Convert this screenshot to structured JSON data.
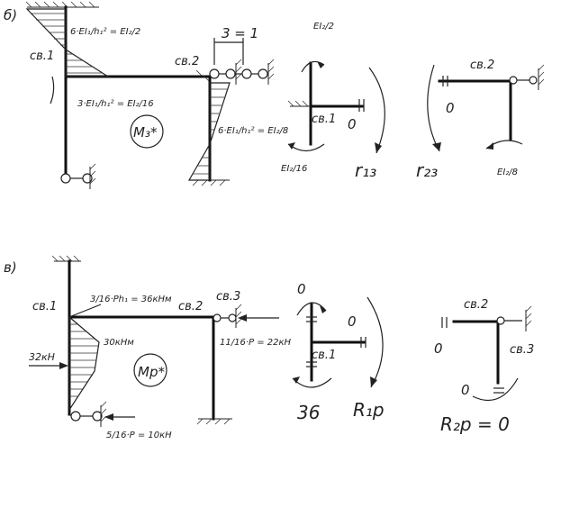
{
  "part_b": {
    "label": "б)",
    "node1": "св.1",
    "node2": "св.2",
    "moment_top": "6·EI₁/h₁² = EI₂/2",
    "moment_mid": "3·EI₁/h₁² = EI₂/16",
    "moment_right": "6·EI₁/h₁² = EI₂/8",
    "unit_disp": "3 = 1",
    "diagram_name": "M₃*",
    "j1_top": "EI₂/2",
    "j1_bottom": "EI₂/16",
    "j1_zero": "0",
    "j1_node": "св.1",
    "r13": "r₁₃",
    "j2_node": "св.2",
    "j2_zero": "0",
    "j2_bottom": "EI₂/8",
    "r23": "r₂₃"
  },
  "part_v": {
    "label": "в)",
    "node1": "св.1",
    "node2": "св.2",
    "node3": "св.3",
    "moment_top": "3/16·Ph₁ = 36кНм",
    "moment_mid": "30кНм",
    "force_left": "32кН",
    "force_right": "11/16·P = 22кН",
    "force_bottom": "5/16·P = 10кН",
    "diagram_name": "Mp*",
    "j1_top": "0",
    "j1_right": "0",
    "j1_bottom": "36",
    "j1_node": "св.1",
    "r1p": "R₁p",
    "j2_node": "св.2",
    "j2_node3": "св.3",
    "j2_left": "0",
    "j2_bottom": "0",
    "r2p": "R₂p = 0"
  }
}
